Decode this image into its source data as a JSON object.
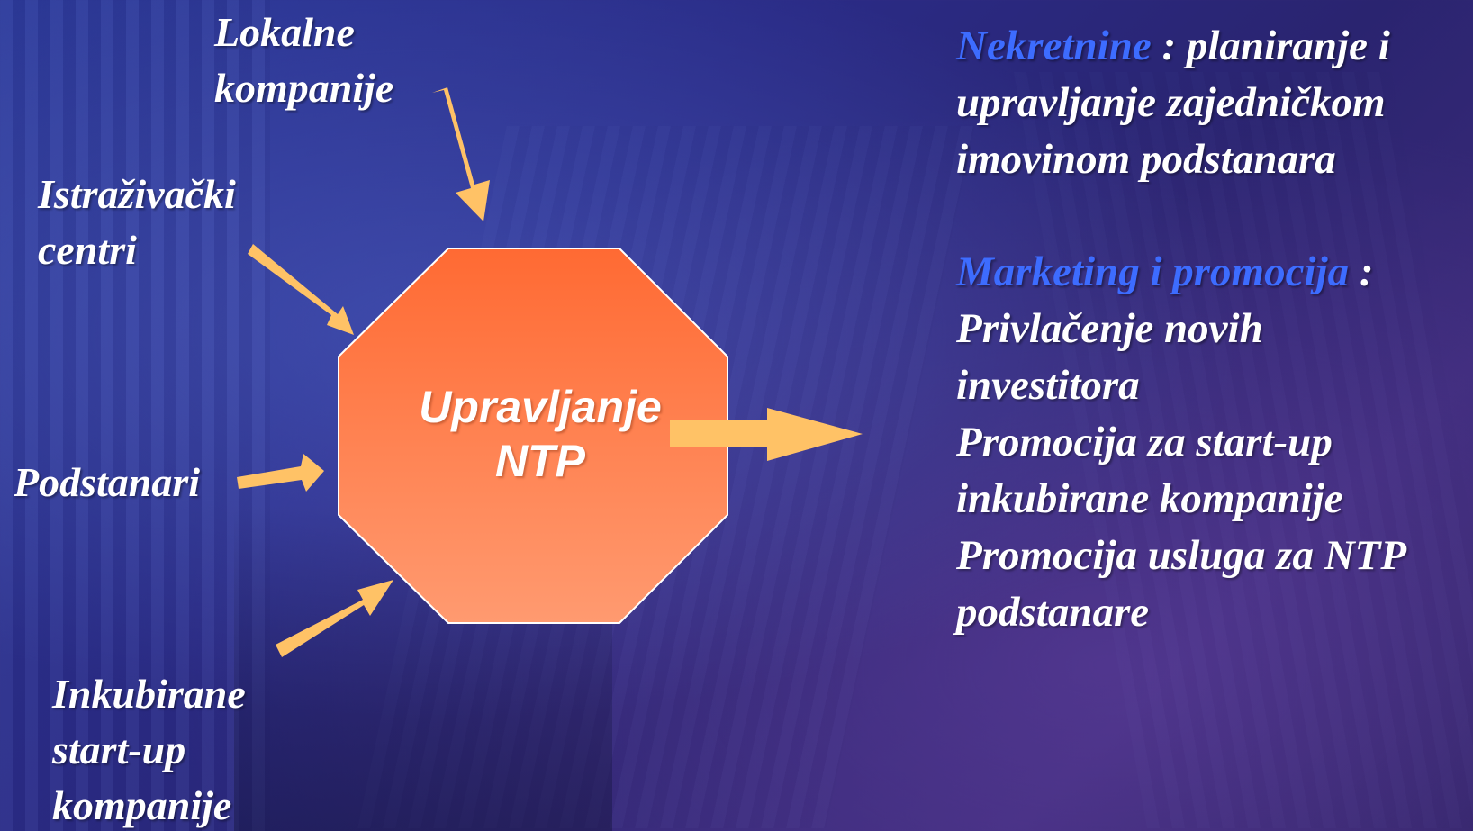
{
  "colors": {
    "octagon_top": "#ff6a33",
    "octagon_bottom": "#ff9a70",
    "arrow": "#ffc266",
    "heading_blue": "#3d6cff",
    "text": "#ffffff"
  },
  "center": {
    "line1": "Upravljanje",
    "line2": "NTP"
  },
  "inputs": {
    "lokalne": [
      "Lokalne",
      "kompanije"
    ],
    "istrazivacki": [
      "Istraživački",
      "centri"
    ],
    "podstanari": [
      "Podstanari"
    ],
    "inkubirane": [
      "Inkubirane",
      "start-up",
      "kompanije"
    ]
  },
  "outputs": {
    "nekretnine": {
      "heading": "Nekretnine",
      "text_first": " : planiranje i",
      "text_lines": [
        "upravljanje zajedničkom",
        "imovinom podstanara"
      ]
    },
    "marketing": {
      "heading": "Marketing i promocija",
      "heading_suffix": " :",
      "text_lines": [
        "Privlačenje novih",
        "investitora",
        "Promocija za start-up",
        "inkubirane kompanije",
        "Promocija usluga za NTP",
        "podstanare"
      ]
    }
  }
}
